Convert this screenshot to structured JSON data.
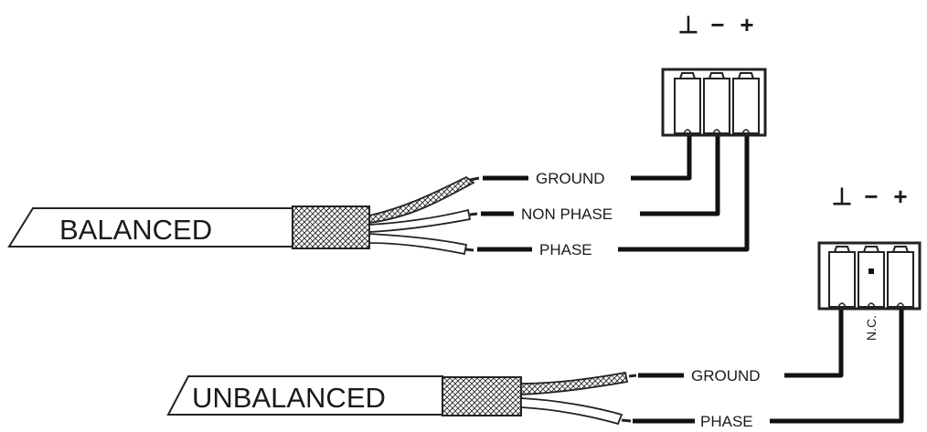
{
  "balanced": {
    "cable_label": "BALANCED",
    "wire_labels": {
      "ground": "GROUND",
      "non_phase": "NON PHASE",
      "phase": "PHASE"
    },
    "pin_symbols": {
      "ground": "⊥",
      "minus": "−",
      "plus": "+"
    }
  },
  "unbalanced": {
    "cable_label": "UNBALANCED",
    "wire_labels": {
      "ground": "GROUND",
      "phase": "PHASE"
    },
    "pin_symbols": {
      "ground": "⊥",
      "minus": "−",
      "plus": "+"
    },
    "nc_label": "N.C."
  }
}
